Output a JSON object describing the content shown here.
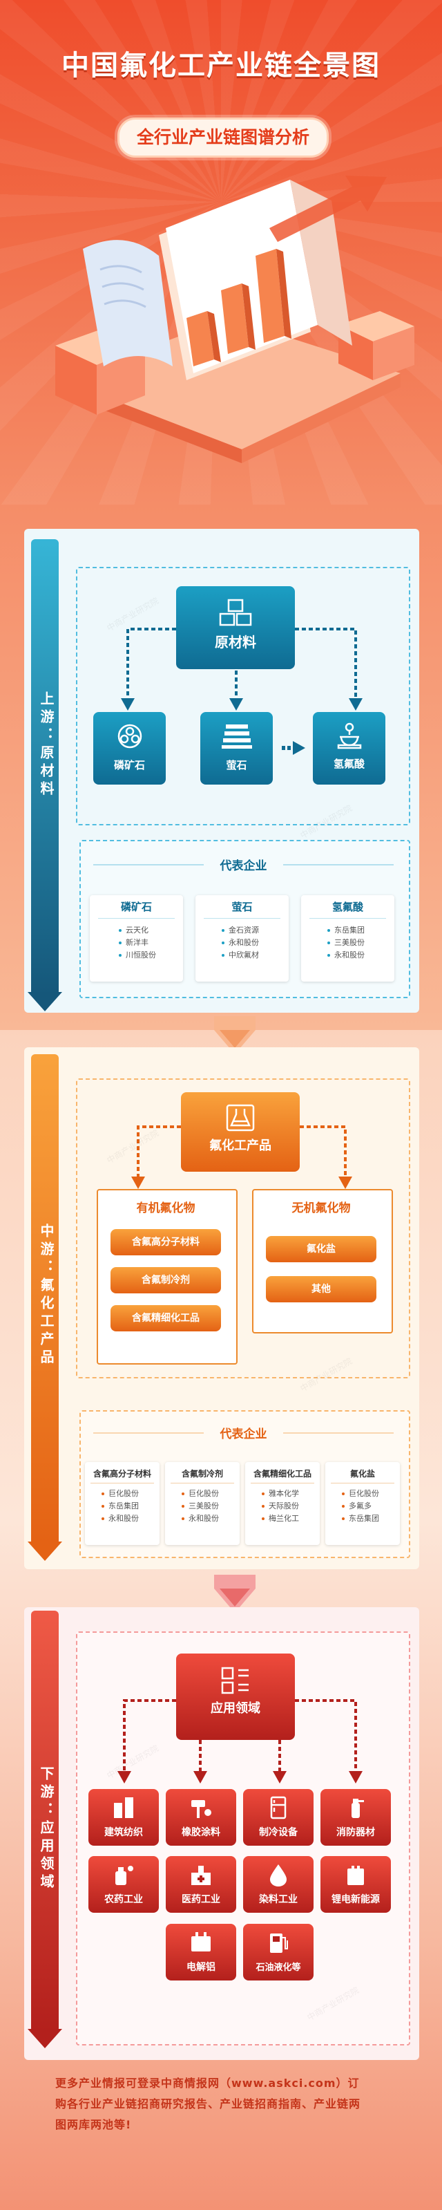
{
  "header": {
    "title": "中国氟化工产业链全景图",
    "subtitle": "全行业产业链图谱分析"
  },
  "upstream": {
    "label": "上游：原材料",
    "main": "原材料",
    "items": [
      "磷矿石",
      "萤石",
      "氢氟酸"
    ],
    "rep_title": "代表企业",
    "cards": [
      {
        "title": "磷矿石",
        "items": [
          "云天化",
          "新洋丰",
          "川恒股份"
        ]
      },
      {
        "title": "萤石",
        "items": [
          "金石资源",
          "永和股份",
          "中欣氟材"
        ]
      },
      {
        "title": "氢氟酸",
        "items": [
          "东岳集团",
          "三美股份",
          "永和股份"
        ]
      }
    ]
  },
  "midstream": {
    "label": "中游：氟化工产品",
    "main": "氟化工产品",
    "organic": {
      "title": "有机氟化物",
      "items": [
        "含氟高分子材料",
        "含氟制冷剂",
        "含氟精细化工品"
      ]
    },
    "inorganic": {
      "title": "无机氟化物",
      "items": [
        "氟化盐",
        "其他"
      ]
    },
    "rep_title": "代表企业",
    "cards": [
      {
        "title": "含氟高分子材料",
        "items": [
          "巨化股份",
          "东岳集团",
          "永和股份"
        ]
      },
      {
        "title": "含氟制冷剂",
        "items": [
          "巨化股份",
          "三美股份",
          "永和股份"
        ]
      },
      {
        "title": "含氟精细化工品",
        "items": [
          "雅本化学",
          "天际股份",
          "梅兰化工"
        ]
      },
      {
        "title": "氟化盐",
        "items": [
          "巨化股份",
          "多氟多",
          "东岳集团"
        ]
      }
    ]
  },
  "downstream": {
    "label": "下游：应用领域",
    "main": "应用领域",
    "items": [
      "建筑纺织",
      "橡胶涂料",
      "制冷设备",
      "消防器材",
      "农药工业",
      "医药工业",
      "染料工业",
      "锂电新能源",
      "电解铝",
      "石油液化等"
    ]
  },
  "watermark": "中商产业研究院",
  "footer": {
    "line1": "更多产业情报可登录中商情报网（www.askci.com）订",
    "line2": "购各行业产业链招商研究报告、产业链招商指南、产业链两",
    "line3": "图两库两池等!"
  },
  "colors": {
    "upstream": "#1e8fb3",
    "midstream": "#f0821f",
    "downstream": "#d9302a"
  }
}
